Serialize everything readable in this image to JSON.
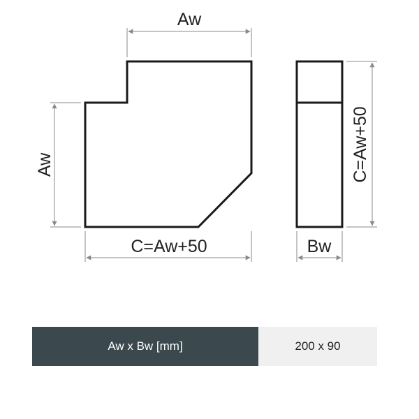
{
  "labels": {
    "top_width": "Aw",
    "left_height": "Aw",
    "bottom_length": "C=Aw+50",
    "side_height": "C=Aw+50",
    "side_width": "Bw"
  },
  "table": {
    "label": "Aw x Bw [mm]",
    "value": "200 x 90"
  },
  "colors": {
    "outline": "#1a1a1a",
    "dimension_line": "#8a8a8a",
    "table_label_bg": "#3b484d",
    "table_value_bg": "#f0f0f0"
  }
}
